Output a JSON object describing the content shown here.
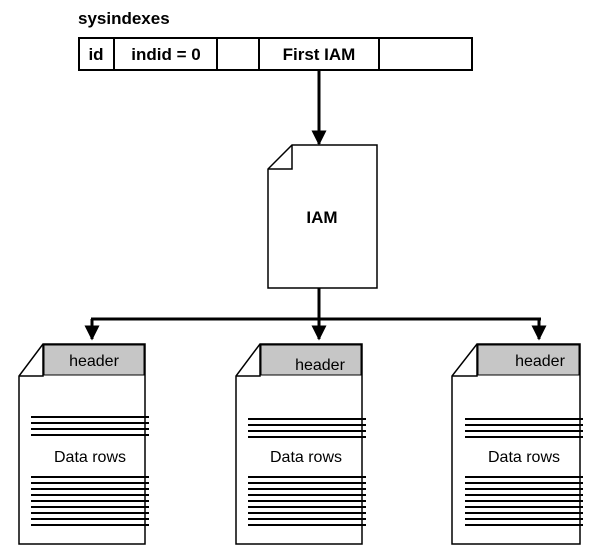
{
  "table": {
    "name": "sysindexes",
    "cells": [
      "id",
      "indid = 0",
      "",
      "First IAM",
      ""
    ]
  },
  "iam": {
    "label": "IAM"
  },
  "pages": [
    {
      "header": "header",
      "body": "Data rows"
    },
    {
      "header": "header",
      "body": "Data rows"
    },
    {
      "header": "header",
      "body": "Data rows"
    }
  ]
}
